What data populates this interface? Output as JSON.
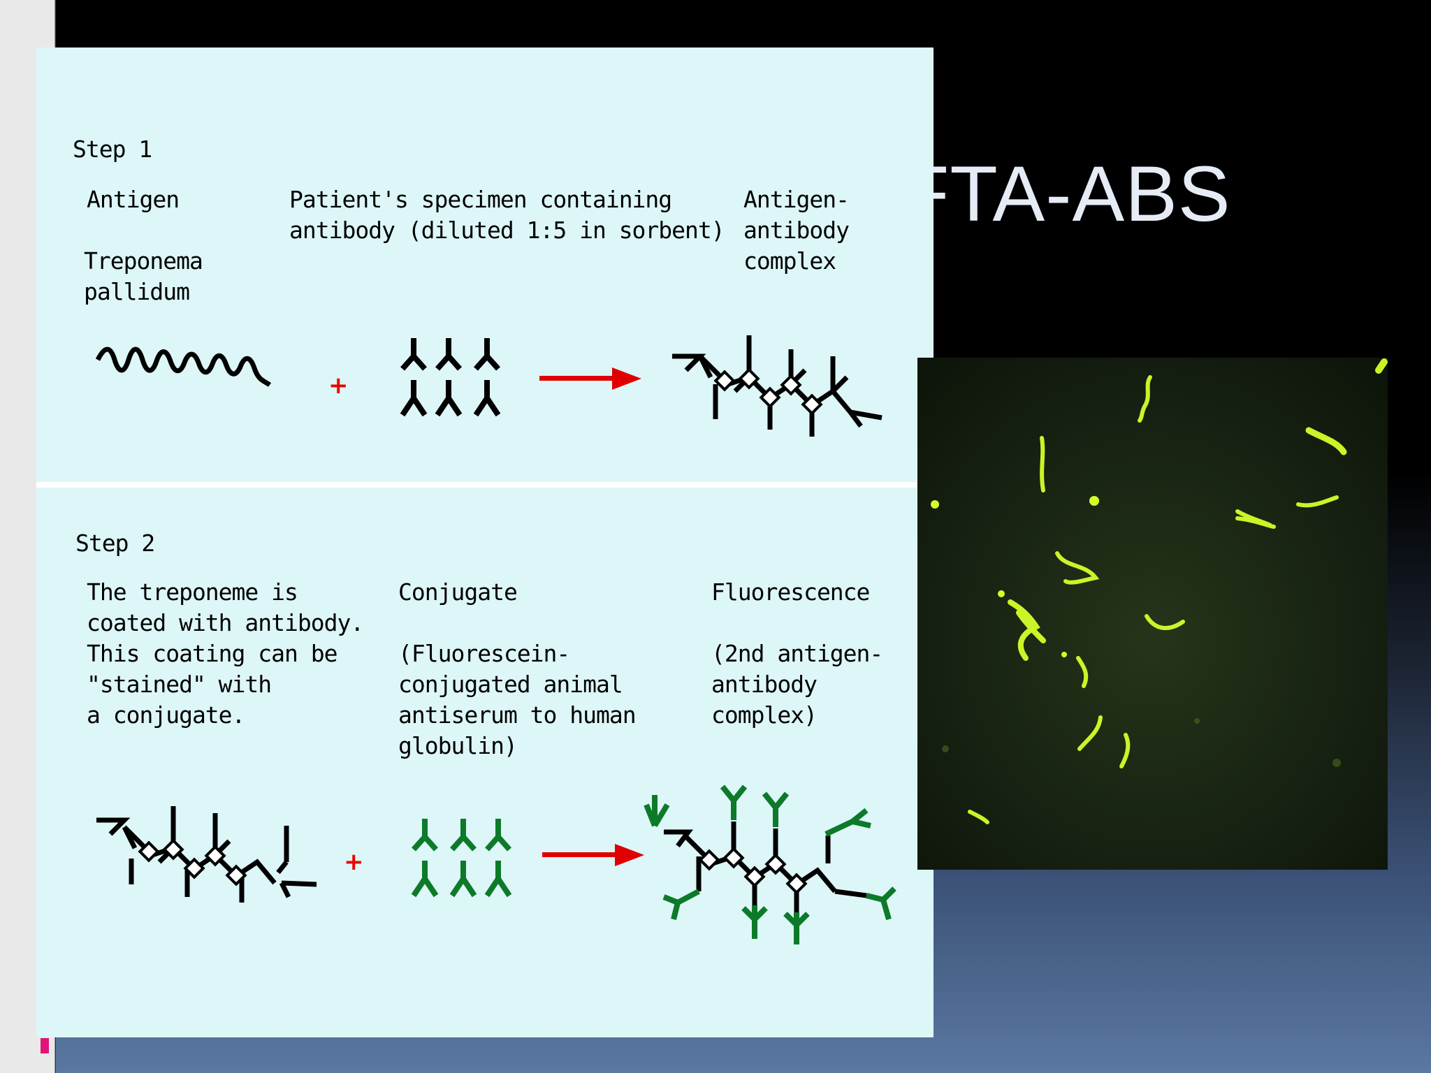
{
  "slide": {
    "title": "FTA-ABS",
    "colors": {
      "panel": "#ddf6f8",
      "arrow": "#e00000",
      "conjugate": "#0d7a2a",
      "fluorescence": "#d6ff2a"
    }
  },
  "step1": {
    "heading": "Step 1",
    "antigen_label": "Antigen",
    "organism": "Treponema\npallidum",
    "specimen_label": "Patient's specimen containing\nantibody (diluted 1:5 in sorbent)",
    "complex_label": "Antigen-\nantibody\ncomplex",
    "plus": "+"
  },
  "step2": {
    "heading": "Step 2",
    "coating_text": "The treponeme is\ncoated with antibody.\nThis coating can be\n\"stained\" with\na conjugate.",
    "conjugate_label": "Conjugate",
    "conjugate_desc": "(Fluorescein-\nconjugated animal\nantiserum to human\nglobulin)",
    "fluorescence_label": "Fluorescence",
    "fluorescence_desc": "(2nd antigen-\nantibody\ncomplex)",
    "plus": "+"
  },
  "icons": {
    "spirochete": "spirochete-icon",
    "antibody": "antibody-icon",
    "arrow": "arrow-right-icon",
    "complex": "antigen-antibody-complex-icon"
  }
}
